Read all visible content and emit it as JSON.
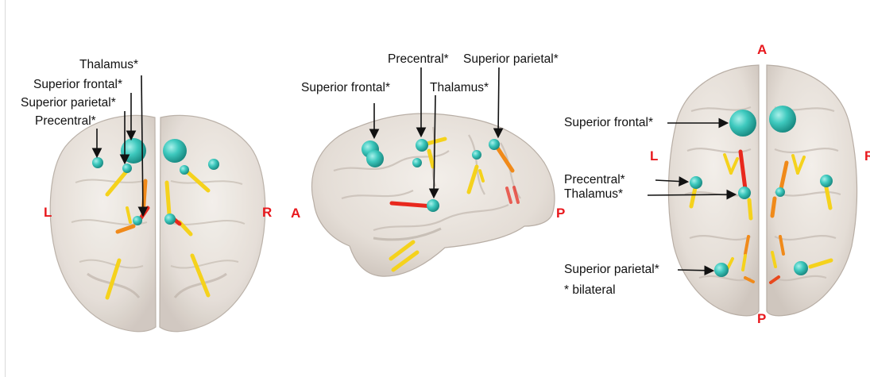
{
  "colors": {
    "node": "#3ec9be",
    "edge_red": "#e8281d",
    "edge_orange": "#f08a1a",
    "edge_yellow": "#f5d21c",
    "direction_label": "#e8181d",
    "brain_fill": "#ece7e2"
  },
  "view_coronal": {
    "labels": {
      "thalamus": "Thalamus*",
      "superior_frontal": "Superior frontal*",
      "superior_parietal": "Superior parietal*",
      "precentral": "Precentral*"
    },
    "directions": {
      "left": "L",
      "right": "R"
    }
  },
  "view_sagittal": {
    "labels": {
      "superior_frontal": "Superior frontal*",
      "precentral": "Precentral*",
      "superior_parietal": "Superior parietal*",
      "thalamus": "Thalamus*"
    },
    "directions": {
      "anterior": "A",
      "posterior": "P"
    }
  },
  "view_axial": {
    "labels": {
      "superior_frontal": "Superior frontal*",
      "precentral": "Precentral*",
      "thalamus": "Thalamus*",
      "superior_parietal": "Superior parietal*"
    },
    "footnote": "* bilateral",
    "directions": {
      "anterior": "A",
      "posterior": "P",
      "left": "L",
      "right": "R"
    }
  }
}
